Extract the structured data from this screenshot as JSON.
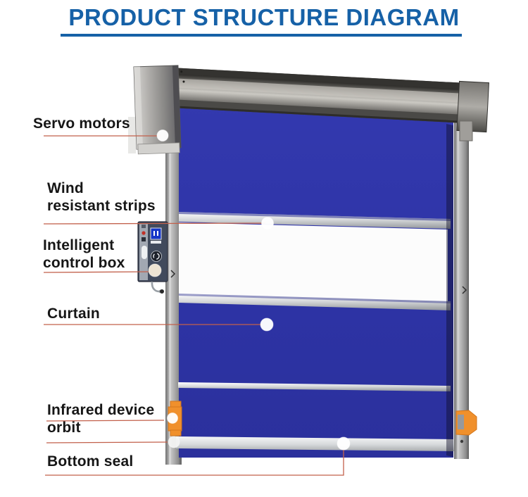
{
  "title": {
    "text": "PRODUCT STRUCTURE DIAGRAM"
  },
  "diagram": {
    "labels": [
      {
        "name": "servo-motors",
        "text": "Servo motors"
      },
      {
        "name": "wind-resistant-strips",
        "text": "Wind\nresistant strips"
      },
      {
        "name": "intelligent-control-box",
        "text": "Intelligent\ncontrol box"
      },
      {
        "name": "curtain",
        "text": "Curtain"
      },
      {
        "name": "infrared-device-orbit",
        "text": "Infrared device\norbit"
      },
      {
        "name": "bottom-seal",
        "text": "Bottom seal"
      }
    ],
    "colors": {
      "title_blue": "#1661a7",
      "label_black": "#161616",
      "leader_red": "#c2604b",
      "curtain_blue": "#2e34a6",
      "window_white": "#fcfcfc",
      "strip_silver": "#c9ccce",
      "rail_grey": "#a8a8a8",
      "header_steel": "#8f8d88",
      "sensor_orange": "#f0902c",
      "pointer_dot": "#ffffff",
      "control_box_navy": "#414a5c"
    }
  }
}
